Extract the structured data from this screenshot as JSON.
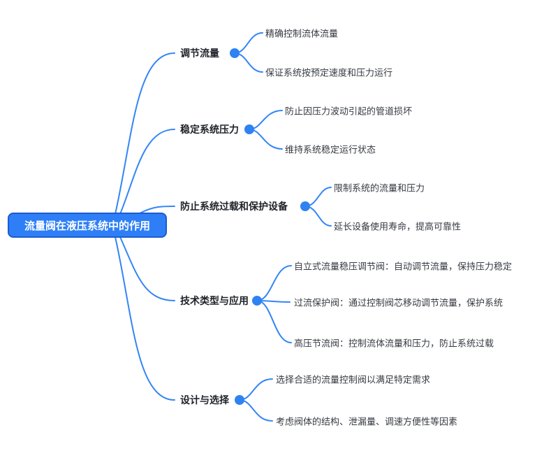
{
  "colors": {
    "accent": "#3385F6",
    "root_bg": "#2E7FF7",
    "root_border": "#1D5BCE",
    "root_text": "#FFFFFF",
    "branch_text": "#1F2329",
    "child_text": "#363A42",
    "background": "#FFFFFF"
  },
  "root": {
    "label": "流量阀在液压系统中的作用"
  },
  "branches": [
    {
      "label": "调节流量",
      "children": [
        {
          "text": "精确控制流体流量"
        },
        {
          "text": "保证系统按预定速度和压力运行"
        }
      ]
    },
    {
      "label": "稳定系统压力",
      "children": [
        {
          "text": "防止因压力波动引起的管道损坏"
        },
        {
          "text": "维持系统稳定运行状态"
        }
      ]
    },
    {
      "label": "防止系统过载和保护设备",
      "children": [
        {
          "text": "限制系统的流量和压力"
        },
        {
          "text": "延长设备使用寿命，提高可靠性"
        }
      ]
    },
    {
      "label": "技术类型与应用",
      "children": [
        {
          "text": "自立式流量稳压调节阀：自动调节流量，保持压力稳定"
        },
        {
          "text": "过流保护阀：通过控制阀芯移动调节流量，保护系统"
        },
        {
          "text": "高压节流阀：控制流体流量和压力，防止系统过载"
        }
      ]
    },
    {
      "label": "设计与选择",
      "children": [
        {
          "text": "选择合适的流量控制阀以满足特定需求"
        },
        {
          "text": "考虑阀体的结构、泄漏量、调速方便性等因素"
        }
      ]
    }
  ]
}
